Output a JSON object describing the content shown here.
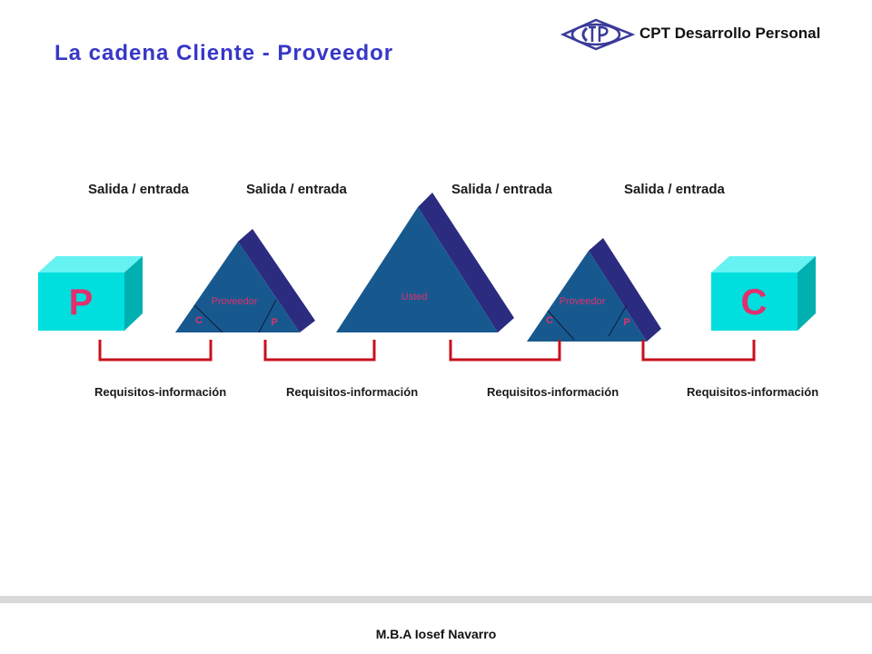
{
  "header": {
    "title": "La cadena Cliente - Proveedor",
    "brand": "CPT  Desarrollo Personal"
  },
  "diagram": {
    "output_input_labels": [
      "Salida / entrada",
      "Salida / entrada",
      "Salida / entrada",
      "Salida / entrada"
    ],
    "requirement_labels": [
      "Requisitos-información",
      "Requisitos-información",
      "Requisitos-información",
      "Requisitos-información"
    ],
    "supplier_box": "P",
    "customer_box": "C",
    "triangle_left": {
      "label": "Proveedor",
      "c": "C",
      "p": "P"
    },
    "triangle_center": {
      "label": "Usted"
    },
    "triangle_right": {
      "label": "Proveedor",
      "c": "C",
      "p": "P"
    }
  },
  "footer": {
    "author": "M.B.A Iosef Navarro"
  },
  "colors": {
    "title": "#3737c8",
    "cube_front": "#00dede",
    "cube_top": "#66f2f2",
    "cube_side": "#00b0b0",
    "cube_letter": "#e0306e",
    "triangle_face": "#17598f",
    "triangle_side": "#2b2b80",
    "triangle_text": "#e0306e",
    "connector": "#c8101e"
  }
}
